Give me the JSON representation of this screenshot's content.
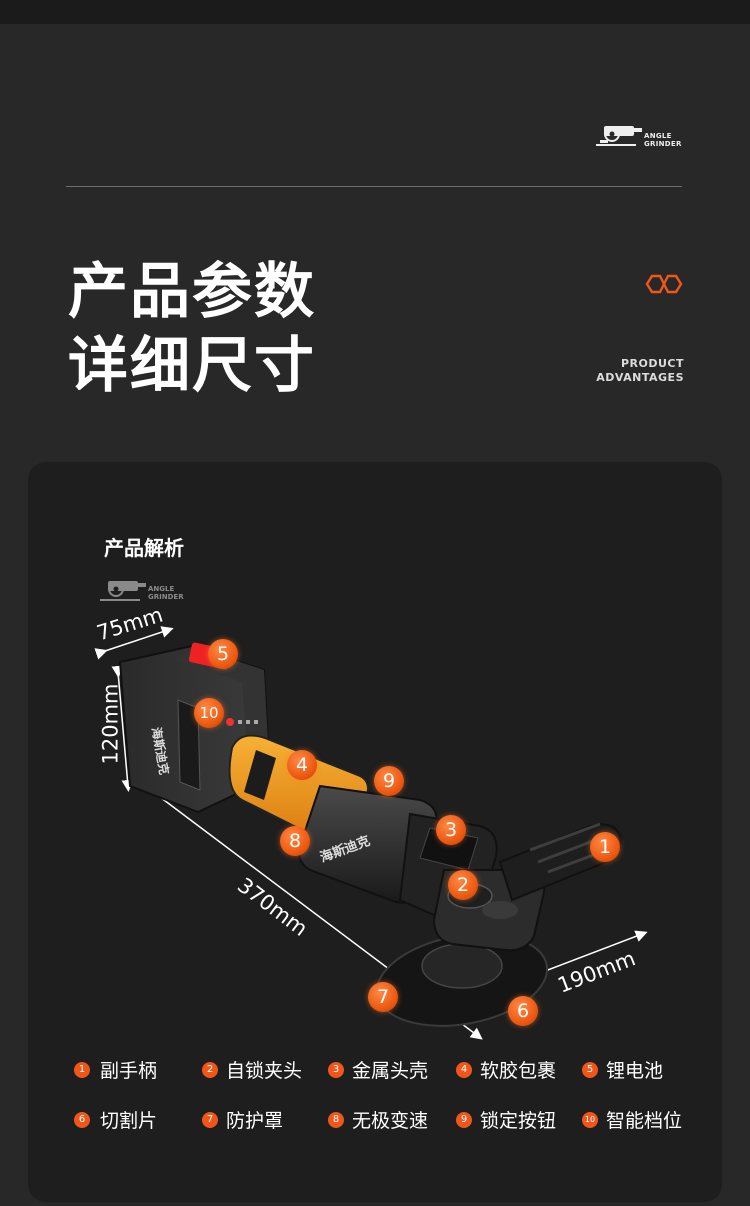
{
  "header": {
    "logo_text_line1": "ANGLE",
    "logo_text_line2": "GRINDER",
    "headline_line1": "产品参数",
    "headline_line2": "详细尺寸",
    "adv_line1": "PRODUCT",
    "adv_line2": "ADVANTAGES"
  },
  "card": {
    "title": "产品解析",
    "logo_text_line1": "ANGLE",
    "logo_text_line2": "GRINDER"
  },
  "dimensions": {
    "width": "75mm",
    "height": "120mm",
    "length": "370mm",
    "depth": "190mm"
  },
  "product": {
    "brand_text": "海斯迪克"
  },
  "markers": [
    "1",
    "2",
    "3",
    "4",
    "5",
    "6",
    "7",
    "8",
    "9",
    "10"
  ],
  "legend": [
    {
      "num": "1",
      "label": "副手柄"
    },
    {
      "num": "2",
      "label": "自锁夹头"
    },
    {
      "num": "3",
      "label": "金属头壳"
    },
    {
      "num": "4",
      "label": "软胶包裹"
    },
    {
      "num": "5",
      "label": "锂电池"
    },
    {
      "num": "6",
      "label": "切割片"
    },
    {
      "num": "7",
      "label": "防护罩"
    },
    {
      "num": "8",
      "label": "无极变速"
    },
    {
      "num": "9",
      "label": "锁定按钮"
    },
    {
      "num": "10",
      "label": "智能档位"
    }
  ],
  "colors": {
    "background": "#282828",
    "card": "#1e1e1e",
    "accent": "#f0561a",
    "grip": "#f39a1e"
  }
}
